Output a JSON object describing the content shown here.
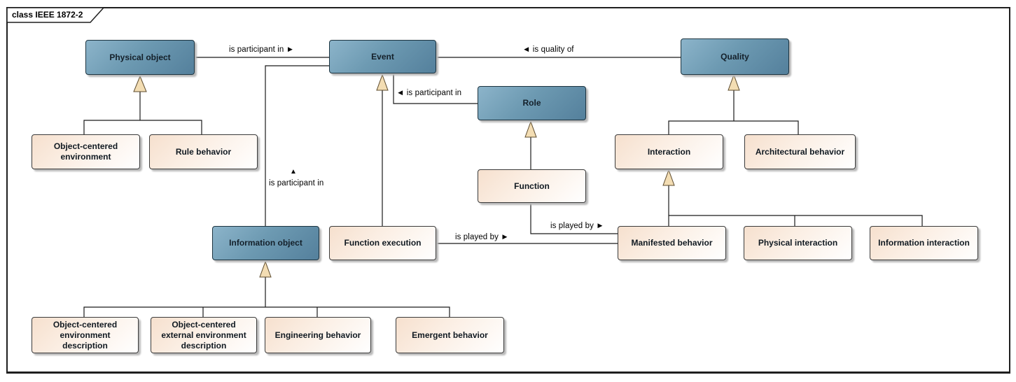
{
  "diagram": {
    "tab_label": "class IEEE 1872-2"
  },
  "nodes": {
    "physical_object": {
      "label": "Physical object",
      "kind": "class-blue"
    },
    "event": {
      "label": "Event",
      "kind": "class-blue"
    },
    "quality": {
      "label": "Quality",
      "kind": "class-blue"
    },
    "role": {
      "label": "Role",
      "kind": "class-blue"
    },
    "information_object": {
      "label": "Information object",
      "kind": "class-blue"
    },
    "object_centered_environment": {
      "label": "Object-centered environment",
      "kind": "class-cream"
    },
    "rule_behavior": {
      "label": "Rule behavior",
      "kind": "class-cream"
    },
    "interaction": {
      "label": "Interaction",
      "kind": "class-cream"
    },
    "architectural_behavior": {
      "label": "Architectural behavior",
      "kind": "class-cream"
    },
    "function": {
      "label": "Function",
      "kind": "class-cream"
    },
    "function_execution": {
      "label": "Function execution",
      "kind": "class-cream"
    },
    "manifested_behavior": {
      "label": "Manifested behavior",
      "kind": "class-cream"
    },
    "physical_interaction": {
      "label": "Physical interaction",
      "kind": "class-cream"
    },
    "information_interaction": {
      "label": "Information interaction",
      "kind": "class-cream"
    },
    "object_centered_environment_description": {
      "label": "Object-centered environment description",
      "kind": "class-cream"
    },
    "object_centered_external_environment_description": {
      "label": "Object-centered external environment description",
      "kind": "class-cream"
    },
    "engineering_behavior": {
      "label": "Engineering behavior",
      "kind": "class-cream"
    },
    "emergent_behavior": {
      "label": "Emergent behavior",
      "kind": "class-cream"
    }
  },
  "edge_labels": {
    "physical_object_event": "is participant in ►",
    "event_quality": "◄ is quality of",
    "event_role": "◄ is participant in",
    "information_object_event": "is participant in",
    "information_object_event_arrow": "▲",
    "function_manifested": "is played by ►",
    "function_execution_manifested": "is played by ►"
  },
  "colors": {
    "blue_box_start": "#8cb4ca",
    "blue_box_end": "#54809c",
    "cream_box_start": "#f6e0ce",
    "cream_box_end": "#ffffff",
    "generalization_triangle_fill": "#f3ddb3",
    "line": "#1a1a1a",
    "box_shadow": "#b9b9b9"
  }
}
